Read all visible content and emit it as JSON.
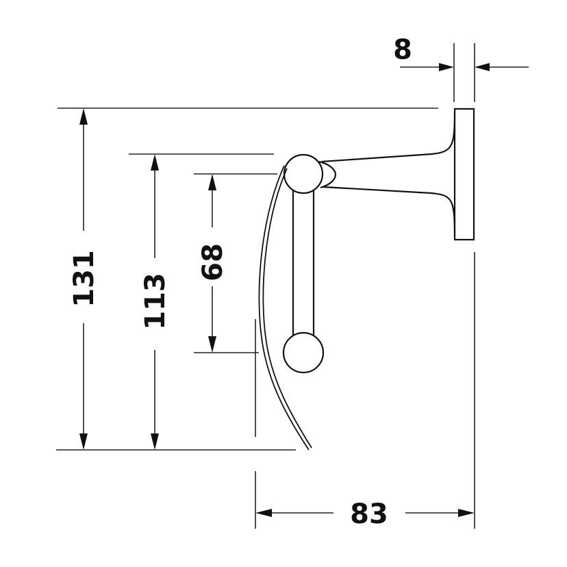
{
  "diagram": {
    "type": "technical-dimension-drawing",
    "subject": "toilet roll holder side view",
    "units": "mm",
    "colors": {
      "background": "#ffffff",
      "lines": "#111111"
    },
    "dimensions": {
      "wall_plate_thickness": {
        "label": "8",
        "orientation": "horizontal"
      },
      "total_height": {
        "label": "131",
        "orientation": "vertical"
      },
      "arm_to_bottom_height": {
        "label": "113",
        "orientation": "vertical"
      },
      "roll_bar_length": {
        "label": "68",
        "orientation": "vertical"
      },
      "total_projection": {
        "label": "83",
        "orientation": "horizontal"
      }
    }
  }
}
